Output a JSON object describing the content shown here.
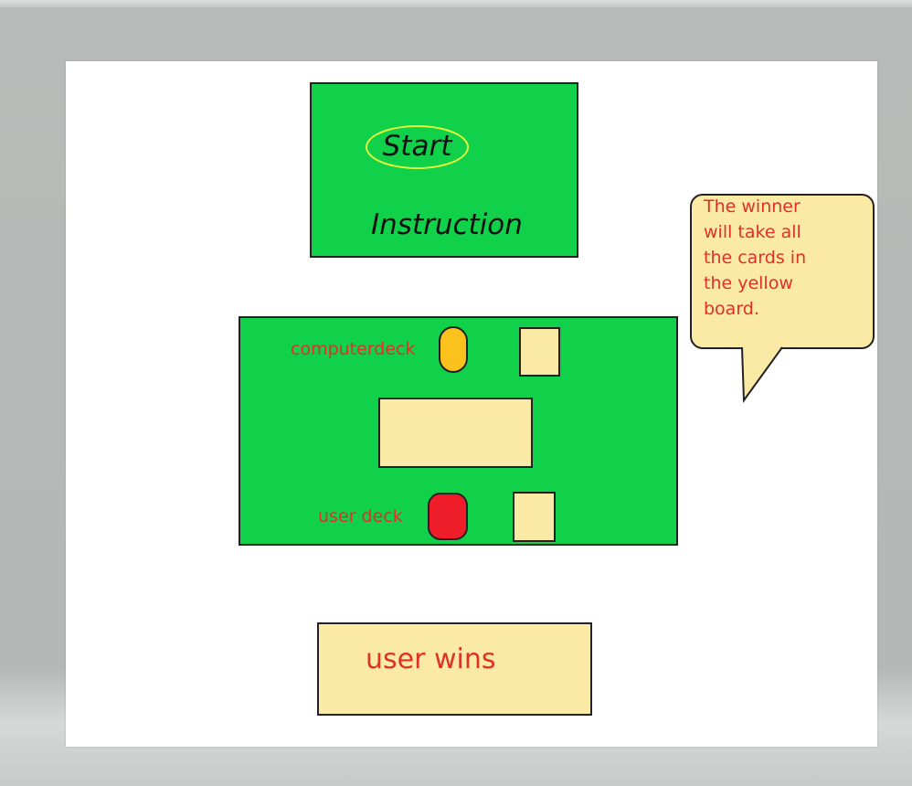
{
  "menu": {
    "start_label": "Start",
    "instruction_label": "Instruction"
  },
  "board": {
    "computer_deck_label": "computerdeck",
    "user_deck_label": "user deck"
  },
  "callout": {
    "lines": [
      "The winner",
      "will take all",
      "the cards in",
      "the yellow",
      "board."
    ]
  },
  "result": {
    "label": "user wins"
  },
  "colors": {
    "board_green": "#11d14b",
    "card_yellow": "#fbeaa5",
    "computer_deck": "#fbc11c",
    "user_deck": "#ef1d2a",
    "text_red": "#e0302a",
    "start_outline": "#e6ff3a"
  }
}
